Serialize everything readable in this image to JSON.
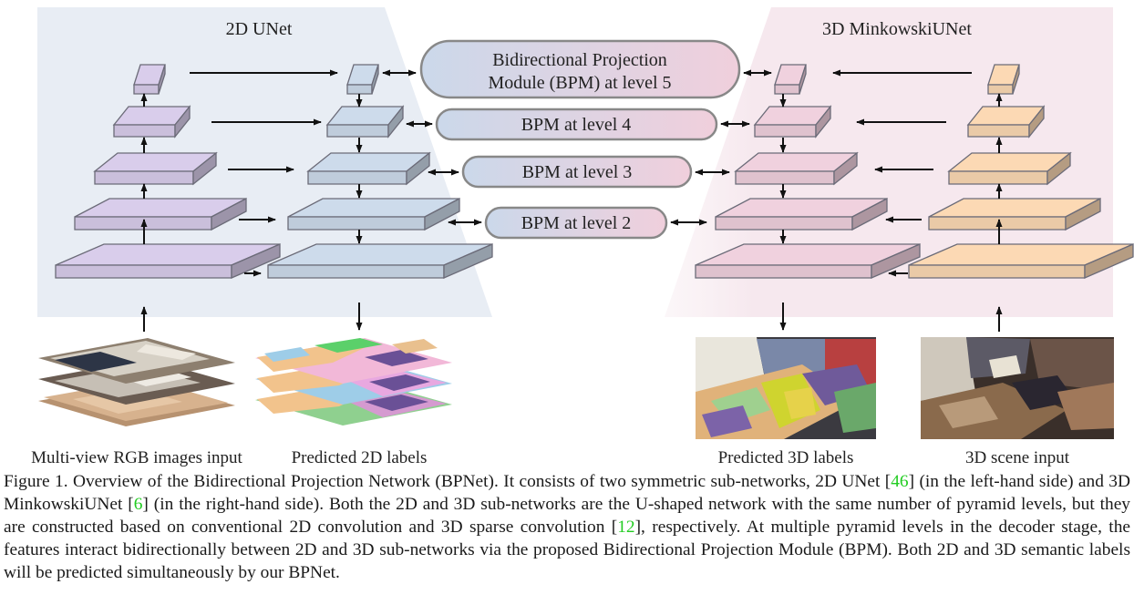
{
  "figure": {
    "left_title": "2D UNet",
    "right_title": "3D MinkowskiUNet",
    "bpm": [
      {
        "line1": "Bidirectional Projection",
        "line2": "Module (BPM) at level 5"
      },
      {
        "label": "BPM at level 4"
      },
      {
        "label": "BPM at level 3"
      },
      {
        "label": "BPM at level 2"
      }
    ],
    "labels": {
      "input_2d": "Multi-view RGB images input",
      "pred_2d": "Predicted 2D labels",
      "pred_3d": "Predicted 3D labels",
      "input_3d": "3D scene input"
    },
    "colors": {
      "enc2d": "#d9cdeb",
      "dec2d": "#cddbeb",
      "dec3d": "#f0d1de",
      "enc3d": "#fcd9b4",
      "bg2d": "#e9eef4",
      "bg3d": "#f6e8ee"
    }
  },
  "caption": {
    "p1": "Figure 1.  Overview of the Bidirectional Projection Network (BPNet). It consists of two symmetric sub-networks, 2D UNet [",
    "ref1": "46",
    "p2": "] (in the left-hand side) and 3D MinkowskiUNet [",
    "ref2": "6",
    "p3": "] (in the right-hand side). Both the 2D and 3D sub-networks are the U-shaped network with the same number of pyramid levels, but they are constructed based on conventional 2D convolution and 3D sparse convolution [",
    "ref3": "12",
    "p4": "], respectively. At multiple pyramid levels in the decoder stage, the features interact bidirectionally between 2D and 3D sub-networks via the proposed Bidirectional Projection Module (BPM). Both 2D and 3D semantic labels will be predicted simultaneously by our BPNet."
  }
}
